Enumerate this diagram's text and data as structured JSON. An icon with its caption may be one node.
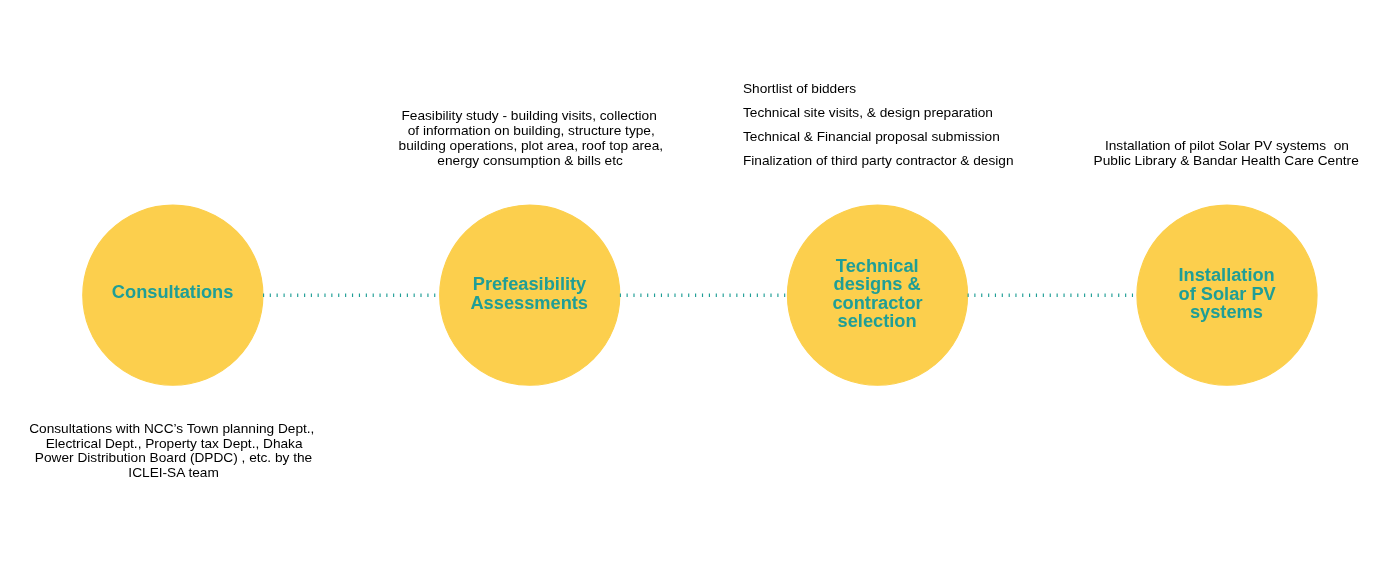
{
  "diagram": {
    "nodes": [
      {
        "text": [
          "Consultations"
        ],
        "beside": [
          "Consultations with NCC’s Town planning Dept., Electrical Dept., Property tax Dept., Dhaka Power Distribution Board (DPDC) , etc. by the ICLEI-SA team"
        ]
      },
      {
        "text": [
          "Prefeasibility Assessments"
        ],
        "beside": [
          "Feasibility study - building visits, collection of information on building, structure type, building operations, plot area, roof top area, energy consumption & bills etc"
        ]
      },
      {
        "text": [
          "Technical designs & contractor selection"
        ],
        "beside": [
          "Shortlist of bidders",
          "Technical site visits, & design preparation",
          "Technical & Financial proposal submission",
          "Finalization of third party contractor & design"
        ]
      },
      {
        "text": [
          "Installation of Solar PV systems"
        ],
        "beside": [
          "Installation of pilot Solar PV systems  on Public Library & Bandar Health Care Centre"
        ]
      }
    ],
    "edges": [
      {
        "from": 0,
        "to": 1,
        "arrow": "none"
      },
      {
        "from": 1,
        "to": 2,
        "arrow": "none"
      },
      {
        "from": 2,
        "to": 3,
        "arrow": "none"
      }
    ]
  }
}
